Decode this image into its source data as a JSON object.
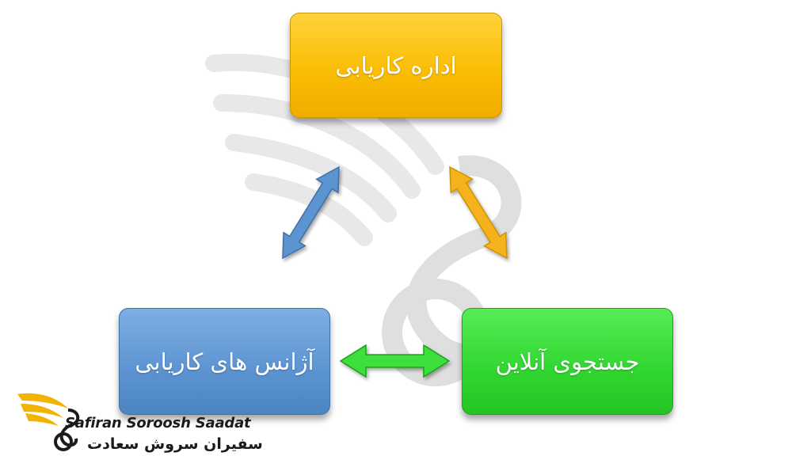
{
  "nodes": {
    "top": "اداره کاریابی",
    "left": "آژانس های کاریابی",
    "right": "جستجوی آنلاین"
  },
  "logo": {
    "text_en": "Safiran Soroosh Saadat",
    "text_fa": "سفیران سروش سعادت"
  },
  "colors": {
    "top": "#fbbd05",
    "left": "#5b93d1",
    "right": "#30d62f",
    "arrow_blue": "#5b93d1",
    "arrow_orange": "#f6b21b",
    "arrow_green": "#3ddf3d",
    "logo_gold": "#f2b400"
  }
}
